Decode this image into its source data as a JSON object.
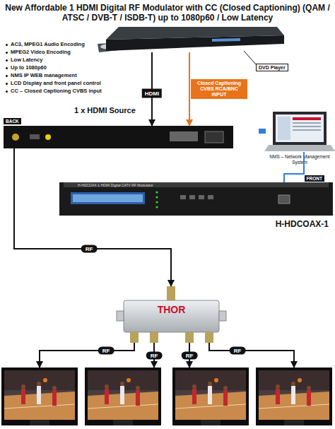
{
  "diagram": {
    "title": "New Affordable 1 HDMI Digital RF Modulator with CC (Closed Captioning) (QAM / ATSC / DVB-T / ISDB-T) up to 1080p60 / Low Latency",
    "nodes": [
      {
        "text": [
          "DVD Player"
        ]
      },
      {
        "text": [
          "BACK"
        ]
      },
      {
        "text": [
          "NMS – Network Management System"
        ]
      },
      {
        "text": [
          "FRONT",
          "H-HDCOAX-1 HDMI Digital CATV RF Modulator",
          "H-HDCOAX-1"
        ]
      },
      {
        "text": [
          "THOR"
        ]
      },
      {
        "text": []
      },
      {
        "text": []
      },
      {
        "text": []
      },
      {
        "text": []
      }
    ],
    "edges": [
      {
        "from": 0,
        "to": 1,
        "label": "HDMI",
        "arrow": "to"
      },
      {
        "from": 0,
        "to": 1,
        "label": "Closed Captioning CVBS RCA/BNC INPUT",
        "arrow": "to"
      },
      {
        "from": 2,
        "to": 3,
        "arrow": "none"
      },
      {
        "from": 1,
        "to": 4,
        "label": "RF",
        "arrow": "to"
      },
      {
        "from": 4,
        "to": 5,
        "label": "RF",
        "arrow": "to"
      },
      {
        "from": 4,
        "to": 6,
        "label": "RF",
        "arrow": "to"
      },
      {
        "from": 4,
        "to": 7,
        "label": "RF",
        "arrow": "to"
      },
      {
        "from": 4,
        "to": 8,
        "label": "RF",
        "arrow": "to"
      }
    ],
    "labels": [
      "AC3, MPEG1 Audio Encoding",
      "MPEG2 Video Encoding",
      "Low Latency",
      "Up to 1080p60",
      "NMS IP WEB management",
      "LCD Display and front panel control",
      "CC – Closed Captioning CVBS input",
      "1 x HDMI Source"
    ]
  }
}
